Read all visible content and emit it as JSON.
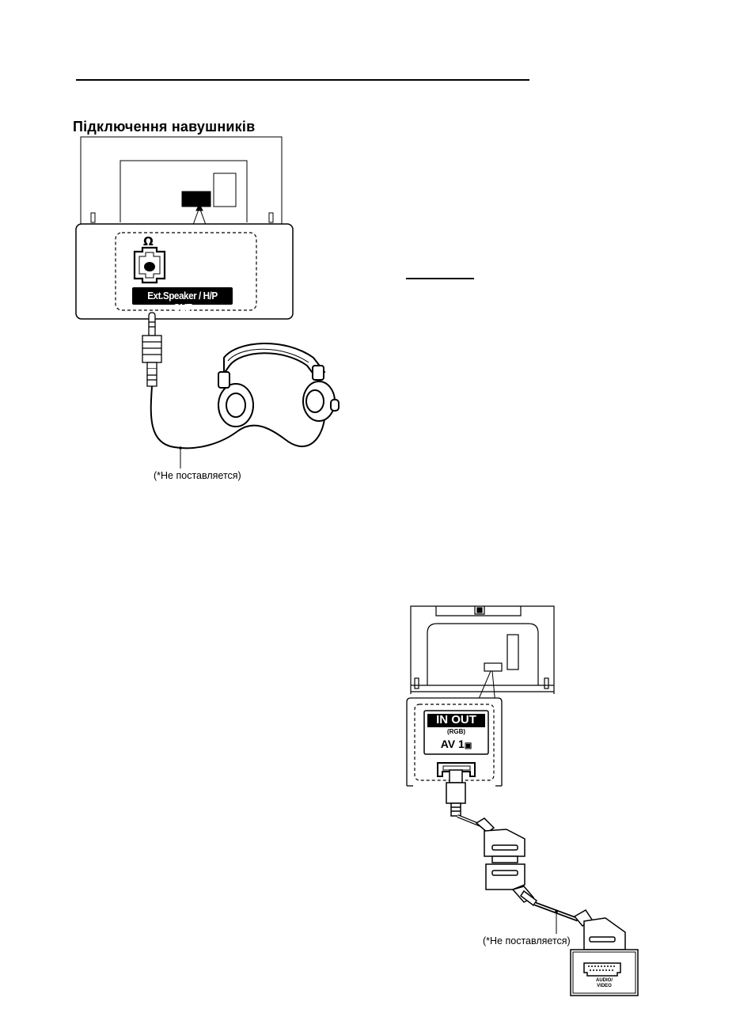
{
  "page": {
    "heading": "Підключення навушників"
  },
  "headphones_figure": {
    "jack_symbol": "Ω",
    "jack_label": "Ext.Speaker / H/P OUT",
    "cable_note": "(*Не поставляется)",
    "icons": [
      "tv-back-panel-icon",
      "headphone-jack-icon",
      "audio-plug-icon",
      "headphones-icon"
    ]
  },
  "scart_figure": {
    "panel_label": "IN OUT",
    "panel_sublabel": "(RGB)",
    "panel_port": "AV 1",
    "device_label_line1": "AUDIO/",
    "device_label_line2": "VIDEO",
    "cable_note": "(*Не поставляется)",
    "icons": [
      "tv-back-panel-icon",
      "scart-port-icon",
      "scart-plug-icon",
      "external-device-icon"
    ]
  },
  "colors": {
    "ink": "#000000",
    "paper": "#ffffff",
    "panel_fill": "#ffffff"
  }
}
